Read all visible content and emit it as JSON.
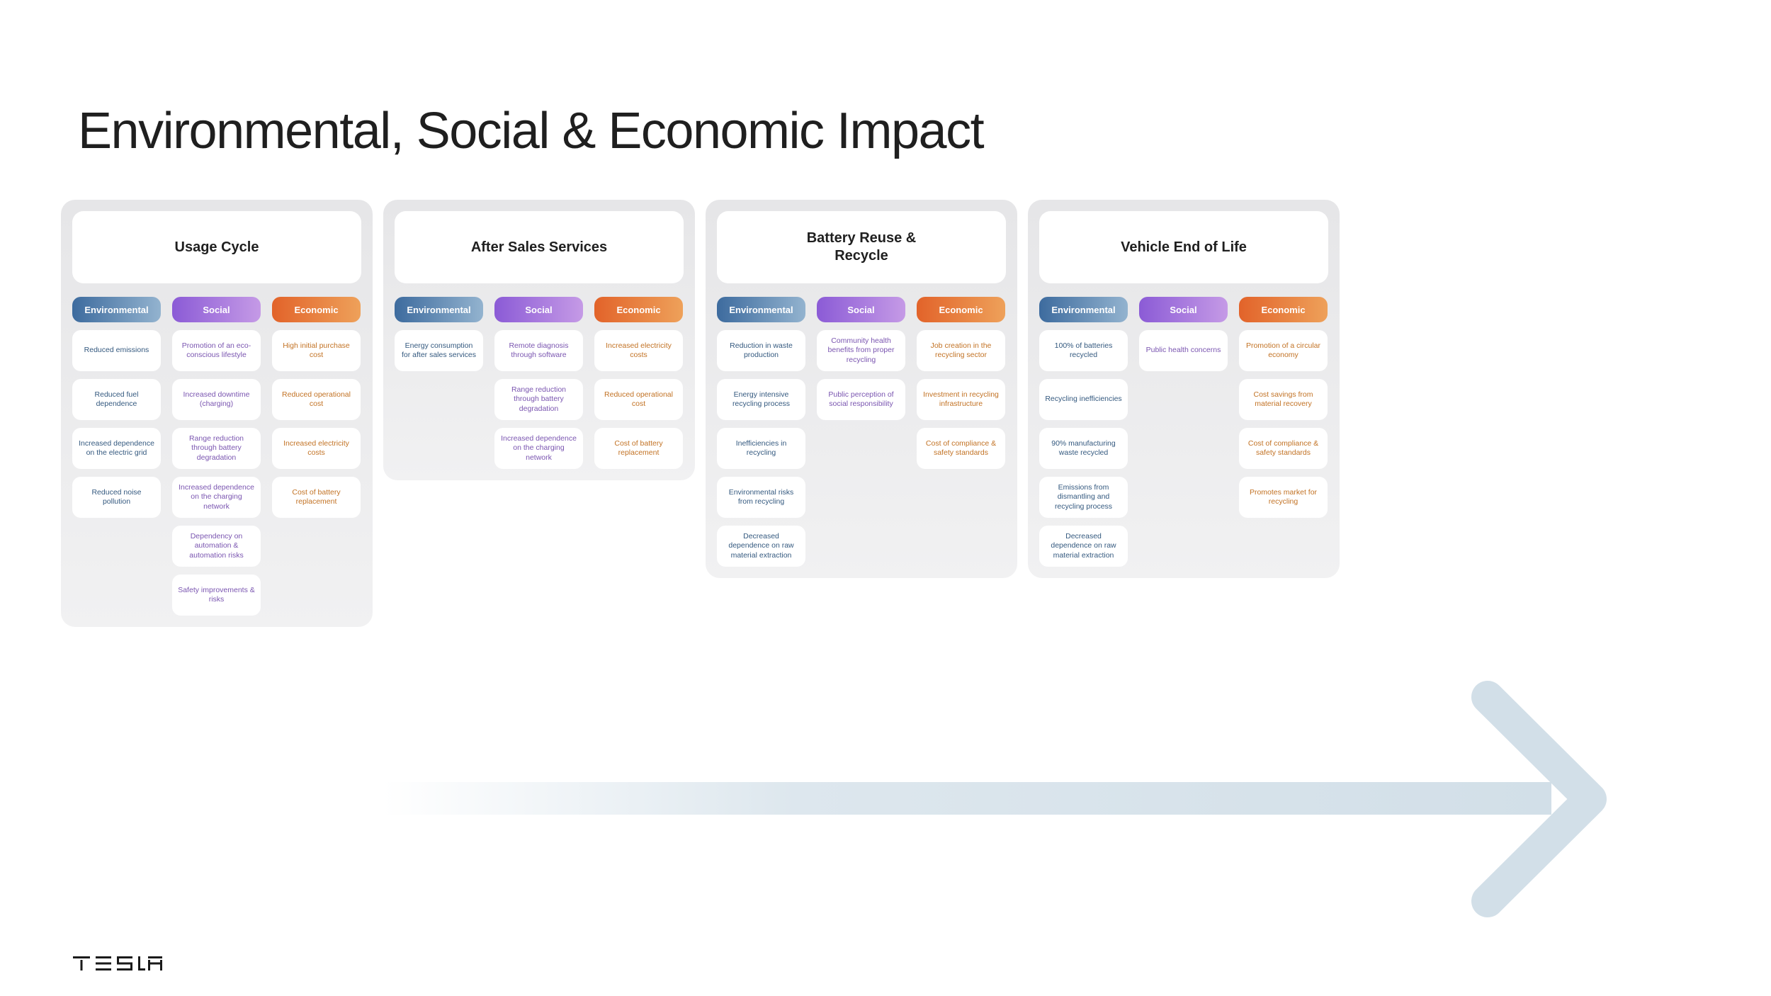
{
  "title": "Environmental, Social & Economic Impact",
  "logo_text": "TESLA",
  "colors": {
    "environmental": "#3d6b9e",
    "social": "#8b5bd6",
    "economic": "#e2632a",
    "arrow": "#d2dfe8"
  },
  "stages": [
    {
      "title": "Usage Cycle",
      "columns": [
        {
          "label": "Environmental",
          "items": [
            "Reduced emissions",
            "Reduced fuel dependence",
            "Increased dependence on the electric grid",
            "Reduced noise pollution"
          ]
        },
        {
          "label": "Social",
          "items": [
            "Promotion of an eco-conscious lifestyle",
            "Increased downtime (charging)",
            "Range reduction through battery degradation",
            "Increased dependence on the charging network",
            "Dependency on automation & automation risks",
            "Safety improvements & risks"
          ]
        },
        {
          "label": "Economic",
          "items": [
            "High initial purchase cost",
            "Reduced operational cost",
            "Increased electricity costs",
            "Cost of battery replacement"
          ]
        }
      ]
    },
    {
      "title": "After Sales Services",
      "columns": [
        {
          "label": "Environmental",
          "items": [
            "Energy consumption for after sales services"
          ]
        },
        {
          "label": "Social",
          "items": [
            "Remote diagnosis through software",
            "Range reduction through battery degradation",
            "Increased dependence on the charging network"
          ]
        },
        {
          "label": "Economic",
          "items": [
            "Increased electricity costs",
            "Reduced operational cost",
            "Cost of battery replacement"
          ]
        }
      ]
    },
    {
      "title": "Battery Reuse & Recycle",
      "columns": [
        {
          "label": "Environmental",
          "items": [
            "Reduction in waste production",
            "Energy intensive recycling process",
            "Inefficiencies in recycling",
            "Environmental risks from recycling",
            "Decreased dependence on raw material extraction"
          ]
        },
        {
          "label": "Social",
          "items": [
            "Community health benefits from proper recycling",
            "Public perception of social responsibility"
          ]
        },
        {
          "label": "Economic",
          "items": [
            "Job creation in the recycling sector",
            "Investment in recycling infrastructure",
            "Cost of compliance & safety standards"
          ]
        }
      ]
    },
    {
      "title": "Vehicle End of Life",
      "columns": [
        {
          "label": "Environmental",
          "items": [
            "100% of batteries recycled",
            "Recycling inefficiencies",
            "90% manufacturing waste recycled",
            "Emissions from dismantling and recycling process",
            "Decreased dependence on raw material extraction"
          ]
        },
        {
          "label": "Social",
          "items": [
            "Public health concerns"
          ]
        },
        {
          "label": "Economic",
          "items": [
            "Promotion of a circular economy",
            "Cost savings from material recovery",
            "Cost of compliance & safety standards",
            "Promotes market for recycling"
          ]
        }
      ]
    }
  ]
}
